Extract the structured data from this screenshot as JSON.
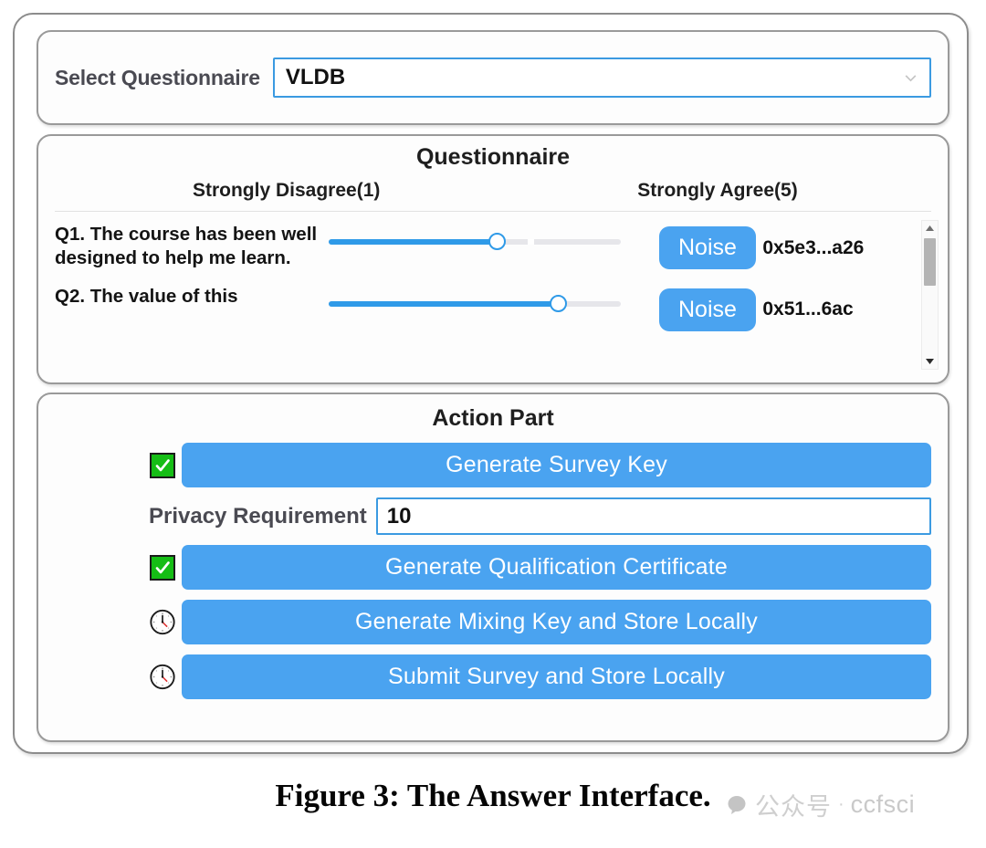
{
  "select_panel": {
    "label": "Select Questionnaire",
    "value": "VLDB",
    "chevron_icon": "chevron-down-icon"
  },
  "questionnaire": {
    "title": "Questionnaire",
    "scale_low": "Strongly Disagree(1)",
    "scale_high": "Strongly Agree(5)",
    "questions": [
      {
        "text": "Q1. The course has been well designed to help me learn.",
        "slider_value": 3,
        "slider_percent": 58,
        "noise_label": "Noise",
        "hash": "0x5e3...a26"
      },
      {
        "text": "Q2. The value of this",
        "slider_value": 4,
        "slider_percent": 73,
        "noise_label": "Noise",
        "hash": "0x51...6ac"
      }
    ],
    "scrollbar": {
      "up_icon": "scroll-up-arrow-icon",
      "down_icon": "scroll-down-arrow-icon"
    }
  },
  "action_part": {
    "title": "Action Part",
    "rows": [
      {
        "status": "checked",
        "status_icon": "green-check-icon",
        "label": "Generate Survey Key"
      },
      {
        "status": "checked",
        "status_icon": "green-check-icon",
        "label": "Generate Qualification Certificate"
      },
      {
        "status": "pending",
        "status_icon": "clock-icon",
        "label": "Generate Mixing Key and Store Locally"
      },
      {
        "status": "pending",
        "status_icon": "clock-icon",
        "label": "Submit Survey and Store Locally"
      }
    ],
    "privacy": {
      "label": "Privacy Requirement",
      "value": "10"
    }
  },
  "caption": "Figure 3: The Answer Interface.",
  "watermark": {
    "bubble_icon": "speech-bubble-icon",
    "cn_text": "公众号",
    "separator": "·",
    "name": "ccfsci"
  },
  "colors": {
    "accent_blue": "#4aa3f0",
    "slider_blue": "#2f9ae8",
    "border_blue": "#3b9ae1",
    "check_green": "#15bd15",
    "panel_border": "#9a9a9a"
  }
}
